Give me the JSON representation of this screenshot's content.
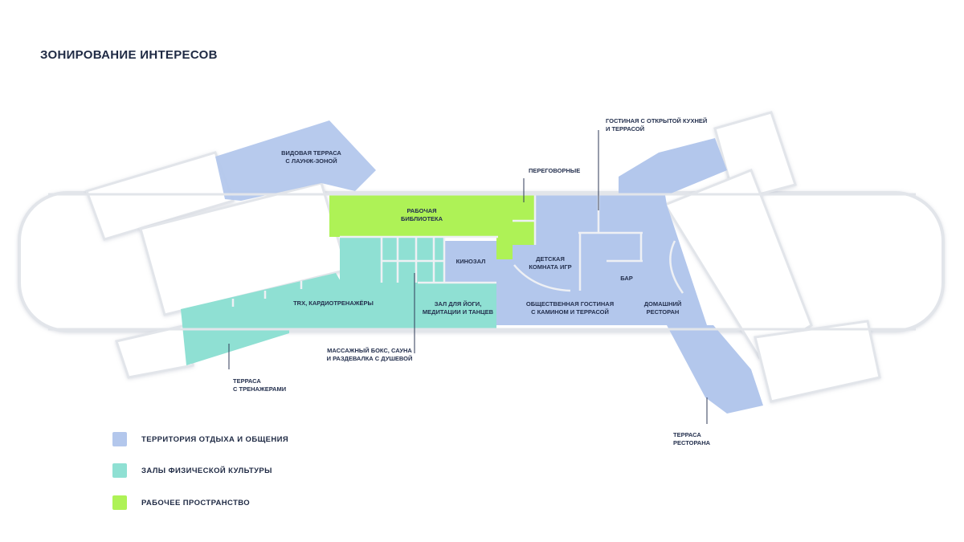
{
  "title": "ЗОНИРОВАНИЕ ИНТЕРЕСОВ",
  "colors": {
    "relax": "#b3c7ec",
    "fitness": "#8fe0d3",
    "work": "#aef256",
    "building": "#ffffff",
    "wall": "#e4e6ea",
    "callout": "#2f3a57"
  },
  "zones": {
    "view_terrace": [
      "ВИДОВАЯ ТЕРРАСА",
      "С ЛАУНЖ-ЗОНОЙ"
    ],
    "meeting_rooms": [
      "ПЕРЕГОВОРНЫЕ"
    ],
    "living_kitchen": [
      "ГОСТИНАЯ С ОТКРЫТОЙ КУХНЕЙ",
      "И ТЕРРАСОЙ"
    ],
    "library": [
      "РАБОЧАЯ",
      "БИБЛИОТЕКА"
    ],
    "cinema": [
      "КИНОЗАЛ"
    ],
    "kids_room": [
      "ДЕТСКАЯ",
      "КОМНАТА ИГР"
    ],
    "bar": [
      "БАР"
    ],
    "trx": [
      "TRX, КАРДИОТРЕНАЖЁРЫ"
    ],
    "yoga": [
      "ЗАЛ ДЛЯ ЙОГИ,",
      "МЕДИТАЦИИ И ТАНЦЕВ"
    ],
    "lounge": [
      "ОБЩЕСТВЕННАЯ ГОСТИНАЯ",
      "С КАМИНОМ И ТЕРРАСОЙ"
    ],
    "restaurant": [
      "ДОМАШНИЙ",
      "РЕСТОРАН"
    ],
    "massage": [
      "МАССАЖНЫЙ БОКС, САУНА",
      "И РАЗДЕВАЛКА С ДУШЕВОЙ"
    ],
    "gym_terrace": [
      "ТЕРРАСА",
      "С ТРЕНАЖЕРАМИ"
    ],
    "restaurant_terrace": [
      "ТЕРРАСА",
      "РЕСТОРАНА"
    ]
  },
  "legend": [
    {
      "label": "ТЕРРИТОРИЯ ОТДЫХА И ОБЩЕНИЯ",
      "color": "#b3c7ec"
    },
    {
      "label": "ЗАЛЫ ФИЗИЧЕСКОЙ КУЛЬТУРЫ",
      "color": "#8fe0d3"
    },
    {
      "label": "РАБОЧЕЕ ПРОСТРАНСТВО",
      "color": "#aef256"
    }
  ]
}
